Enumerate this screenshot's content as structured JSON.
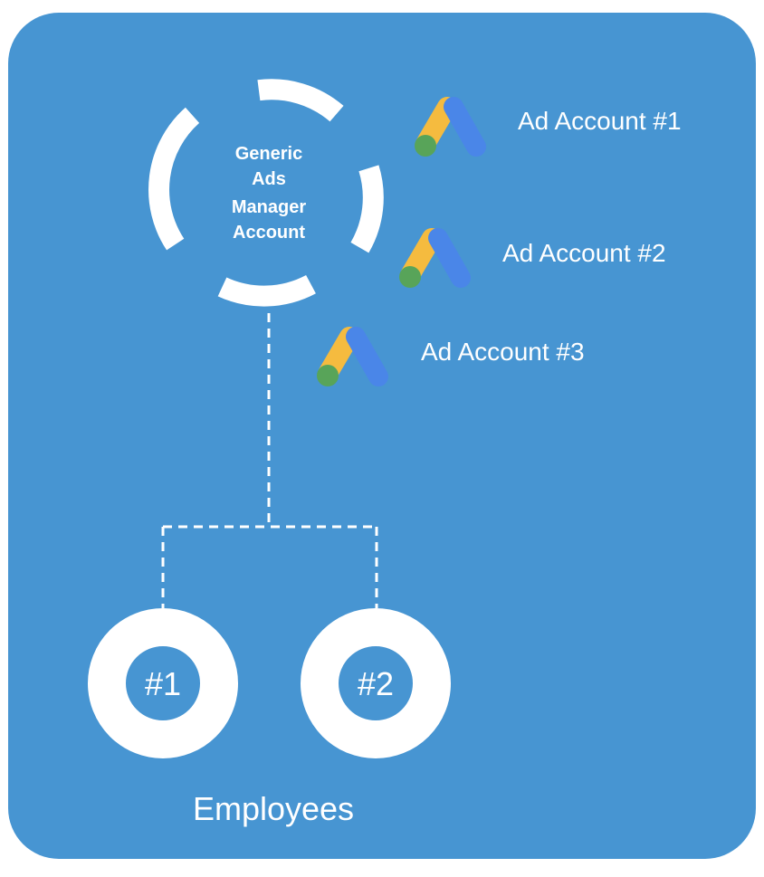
{
  "colors": {
    "panel": "#4795D2",
    "foreground": "#FFFFFF",
    "ads_yellow": "#F5BB3F",
    "ads_blue": "#4A86E8",
    "ads_green": "#58A459"
  },
  "manager": {
    "lines": [
      "Generic",
      "Ads",
      "Manager",
      "Account"
    ]
  },
  "ad_accounts": [
    {
      "label": "Ad Account #1",
      "icon": "google-ads-icon"
    },
    {
      "label": "Ad Account #2",
      "icon": "google-ads-icon"
    },
    {
      "label": "Ad Account #3",
      "icon": "google-ads-icon"
    }
  ],
  "employees": {
    "items": [
      {
        "label": "#1"
      },
      {
        "label": "#2"
      }
    ],
    "caption": "Employees"
  }
}
